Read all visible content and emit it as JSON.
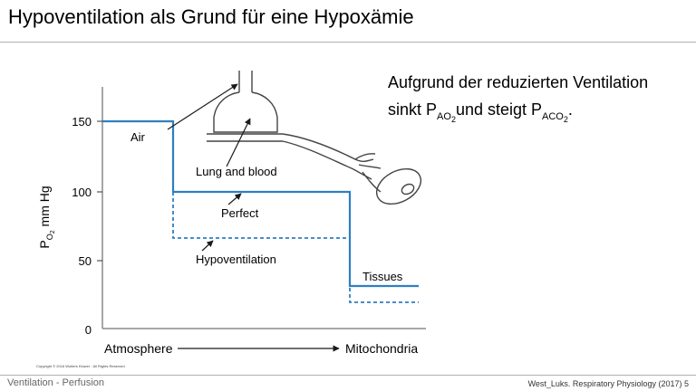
{
  "slide": {
    "title": "Hypoventilation als Grund für eine Hypoxämie",
    "footer_left": "Ventilation - Perfusion",
    "footer_right": "West_Luks. Respiratory Physiology (2017)  5",
    "copyright": "Copyright © 2016 Wolters Kluwer · All Rights Reserved"
  },
  "callout": {
    "line1": "Aufgrund der reduzierten Ventilation",
    "line2_a": "sinkt P",
    "sub1_main": "A",
    "sub1_inner": "O",
    "sub1_idx": "2",
    "line2_b": "und steigt P",
    "sub2_main": "A",
    "sub2_inner": "CO",
    "sub2_idx": "2",
    "line2_end": "."
  },
  "diagram": {
    "y_axis_label_main": "P",
    "y_axis_label_sub": "O",
    "y_axis_label_sub2": "2",
    "y_axis_label_unit": " mm Hg",
    "y_ticks": [
      "150",
      "100",
      "50",
      "0"
    ],
    "x_left_label": "Atmosphere",
    "x_right_label": "Mitochondria",
    "labels": {
      "air": "Air",
      "lung": "Lung and blood",
      "perfect": "Perfect",
      "hypo": "Hypoventilation",
      "tissues": "Tissues"
    },
    "colors": {
      "line": "#2e7fc0",
      "ink": "#1a1a1a"
    }
  }
}
